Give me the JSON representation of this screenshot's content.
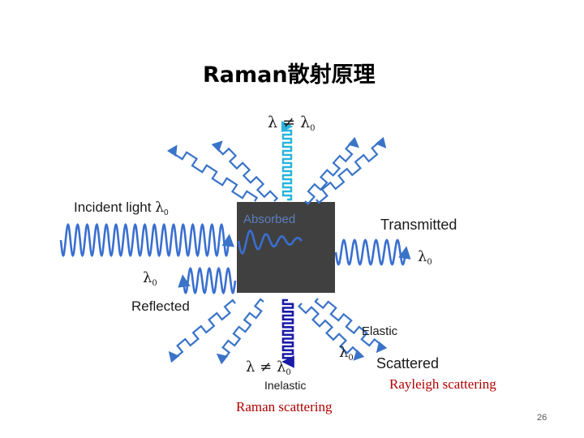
{
  "title": "Raman散射原理",
  "labels": {
    "lambda": "λ",
    "not_equal": "≠",
    "sub_zero": "0",
    "incident_light": "Incident light",
    "absorbed": "Absorbed",
    "transmitted": "Transmitted",
    "reflected": "Reflected",
    "elastic": "Elastic",
    "inelastic": "Inelastic",
    "scattered": "Scattered",
    "rayleigh_scattering": "Rayleigh scattering",
    "raman_scattering": "Raman scattering"
  },
  "page_number": "26",
  "colors": {
    "incident_wave": "#3a6fd0",
    "raman_upward_wave": "#29b4dd",
    "raman_downward_wave": "#1a1aa8",
    "scatter_wave": "#3a74c8",
    "sample_box": "#404040",
    "raman_label": "#b00000"
  }
}
